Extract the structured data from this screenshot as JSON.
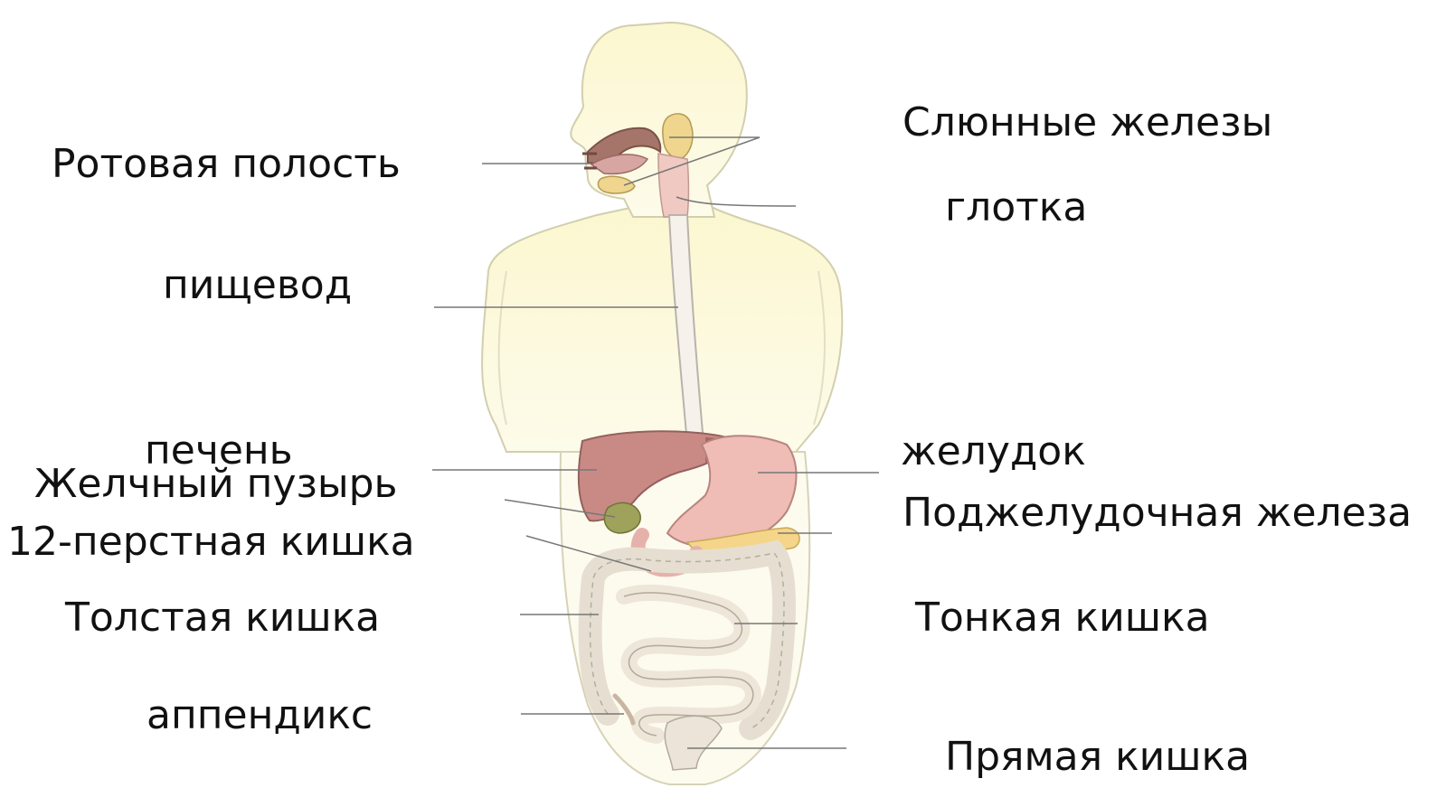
{
  "labels": {
    "mouth": "Ротовая полость",
    "salivary": "Слюнные железы",
    "pharynx": "глотка",
    "esophagus": "пищевод",
    "liver": "печень",
    "gallbladder": "Желчный пузырь",
    "duodenum": "12-перстная кишка",
    "stomach": "желудок",
    "pancreas": "Поджелудочная железа",
    "colon": "Толстая кишка",
    "small_intestine": "Тонкая кишка",
    "appendix": "аппендикс",
    "rectum": "Прямая кишка"
  },
  "colors": {
    "body_fill": "#fbf8d2",
    "body_outline": "#c9c6a8",
    "liver": "#c98a86",
    "stomach": "#efbcb6",
    "gallbladder": "#9ea25a",
    "pancreas": "#f5d58a",
    "intestine": "#f4eee4",
    "mouth_cavity": "#a5756a",
    "salivary_gland": "#efd58e",
    "leader_line": "#777777"
  }
}
